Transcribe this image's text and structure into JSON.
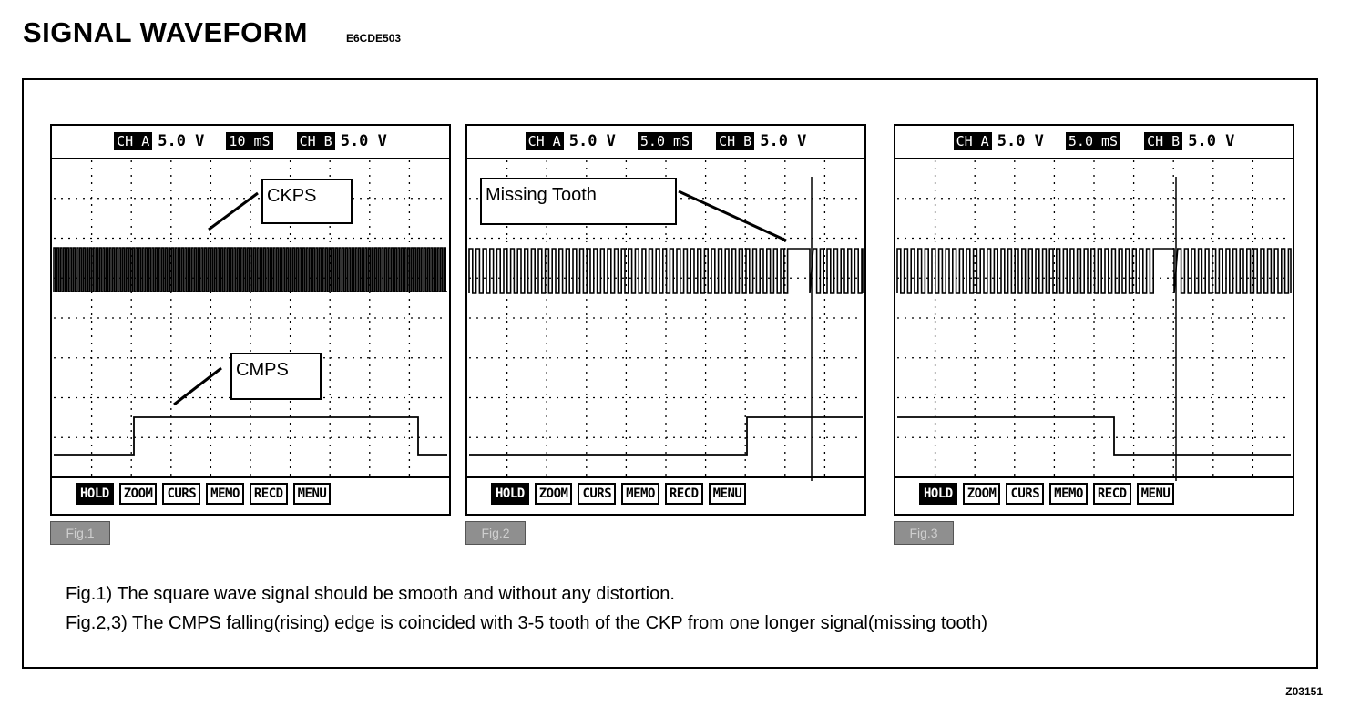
{
  "title": "SIGNAL WAVEFORM",
  "code": "E6CDE503",
  "scopes": [
    {
      "ch_a_label": "CH A",
      "ch_a_value": "5.0 V",
      "timebase": "10 mS",
      "ch_b_label": "CH B",
      "ch_b_value": "5.0 V",
      "buttons": [
        "HOLD",
        "ZOOM",
        "CURS",
        "MEMO",
        "RECD",
        "MENU"
      ],
      "fig_tag": "Fig.1",
      "callouts": [
        "CKPS",
        "CMPS"
      ]
    },
    {
      "ch_a_label": "CH A",
      "ch_a_value": "5.0 V",
      "timebase": "5.0 mS",
      "ch_b_label": "CH B",
      "ch_b_value": "5.0 V",
      "buttons": [
        "HOLD",
        "ZOOM",
        "CURS",
        "MEMO",
        "RECD",
        "MENU"
      ],
      "fig_tag": "Fig.2",
      "callouts": [
        "Missing Tooth"
      ]
    },
    {
      "ch_a_label": "CH A",
      "ch_a_value": "5.0 V",
      "timebase": "5.0 mS",
      "ch_b_label": "CH B",
      "ch_b_value": "5.0 V",
      "buttons": [
        "HOLD",
        "ZOOM",
        "CURS",
        "MEMO",
        "RECD",
        "MENU"
      ],
      "fig_tag": "Fig.3",
      "callouts": []
    }
  ],
  "notes": [
    "Fig.1) The square wave signal should be smooth and without any distortion.",
    "Fig.2,3) The CMPS falling(rising) edge is coincided with 3-5 tooth of the CKP from one longer signal(missing tooth)"
  ],
  "ref": "Z03151",
  "colors": {
    "ink": "#000000",
    "fig_tag_bg": "#8f8f8f"
  }
}
